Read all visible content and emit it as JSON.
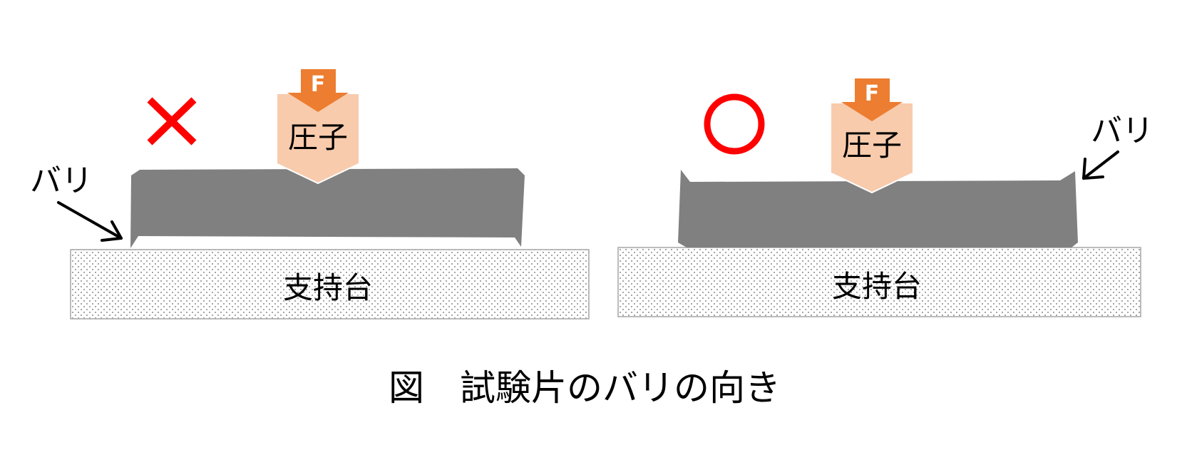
{
  "caption": "図　試験片のバリの向き",
  "left_panel": {
    "mark": "×",
    "force_label": "F",
    "indenter_label": "圧子",
    "burr_label": "バリ",
    "support_label": "支持台"
  },
  "right_panel": {
    "mark": "○",
    "force_label": "F",
    "indenter_label": "圧子",
    "burr_label": "バリ",
    "support_label": "支持台"
  },
  "colors": {
    "specimen": "#808080",
    "indenter": "#f8cbad",
    "force_arrow": "#ed7d31",
    "mark": "#ff0000",
    "support_dots": "#a6a6a6",
    "text": "#000000"
  }
}
